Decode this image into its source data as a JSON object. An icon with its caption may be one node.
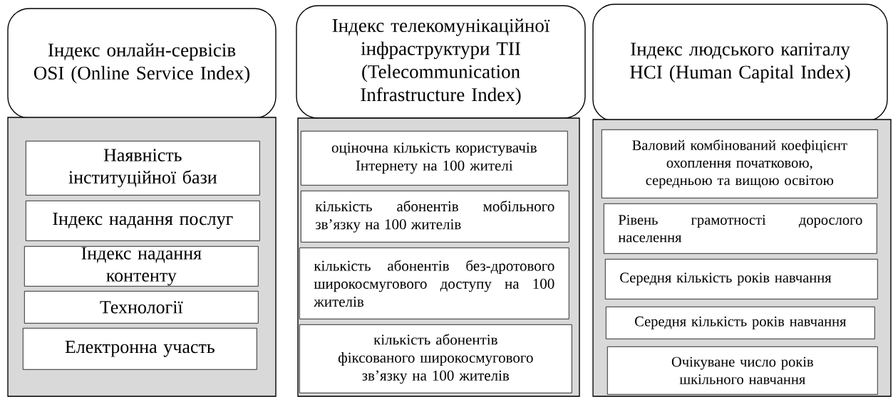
{
  "diagram": {
    "nodes": [
      {
        "text": [
          "Індекс онлайн-сервісів OSI (Online Service Index)"
        ]
      },
      {
        "text": [],
        "shape": "box"
      },
      {
        "text": [
          "Наявність інституційної бази"
        ],
        "in": 1
      },
      {
        "text": [
          "Індекс  надання послуг"
        ],
        "in": 1
      },
      {
        "text": [
          "Індекс надання контенту"
        ],
        "in": 1
      },
      {
        "text": [
          "Технології"
        ],
        "in": 1
      },
      {
        "text": [
          "Електронна участь"
        ],
        "in": 1
      },
      {
        "text": [
          "Індекс телекомунікаційної інфраструктури TII (Telecommunication Infrastructure Index)"
        ]
      },
      {
        "text": [],
        "shape": "box"
      },
      {
        "text": [
          "оціночна кількість користувачів Інтернету на 100 жителі"
        ],
        "in": 8
      },
      {
        "text": [
          "кількість абонентів мобільного зв’язку на 100 жителів"
        ],
        "in": 8
      },
      {
        "text": [
          "кількість абонентів без-дротового широкосмугового доступу на 100 жителів"
        ],
        "in": 8
      },
      {
        "text": [
          "кількість абонентів фіксованого широкосмугового зв’язку на 100 жителів"
        ],
        "in": 8
      },
      {
        "text": [
          "Індекс людського капіталу HCI (Human Capital Index)"
        ]
      },
      {
        "text": [],
        "shape": "box"
      },
      {
        "text": [
          "Валовий комбінований коефіцієнт охоплення початковою, середньою та вищою освітою"
        ],
        "in": 14
      },
      {
        "text": [
          "Рівень грамотності дорослого населення"
        ],
        "in": 14
      },
      {
        "text": [
          "Середня кількість років навчання"
        ],
        "in": 14
      },
      {
        "text": [
          "Середня кількість років навчання"
        ],
        "in": 14
      },
      {
        "text": [
          "Очікуване число років шкільного навчання"
        ],
        "in": 14
      }
    ]
  }
}
